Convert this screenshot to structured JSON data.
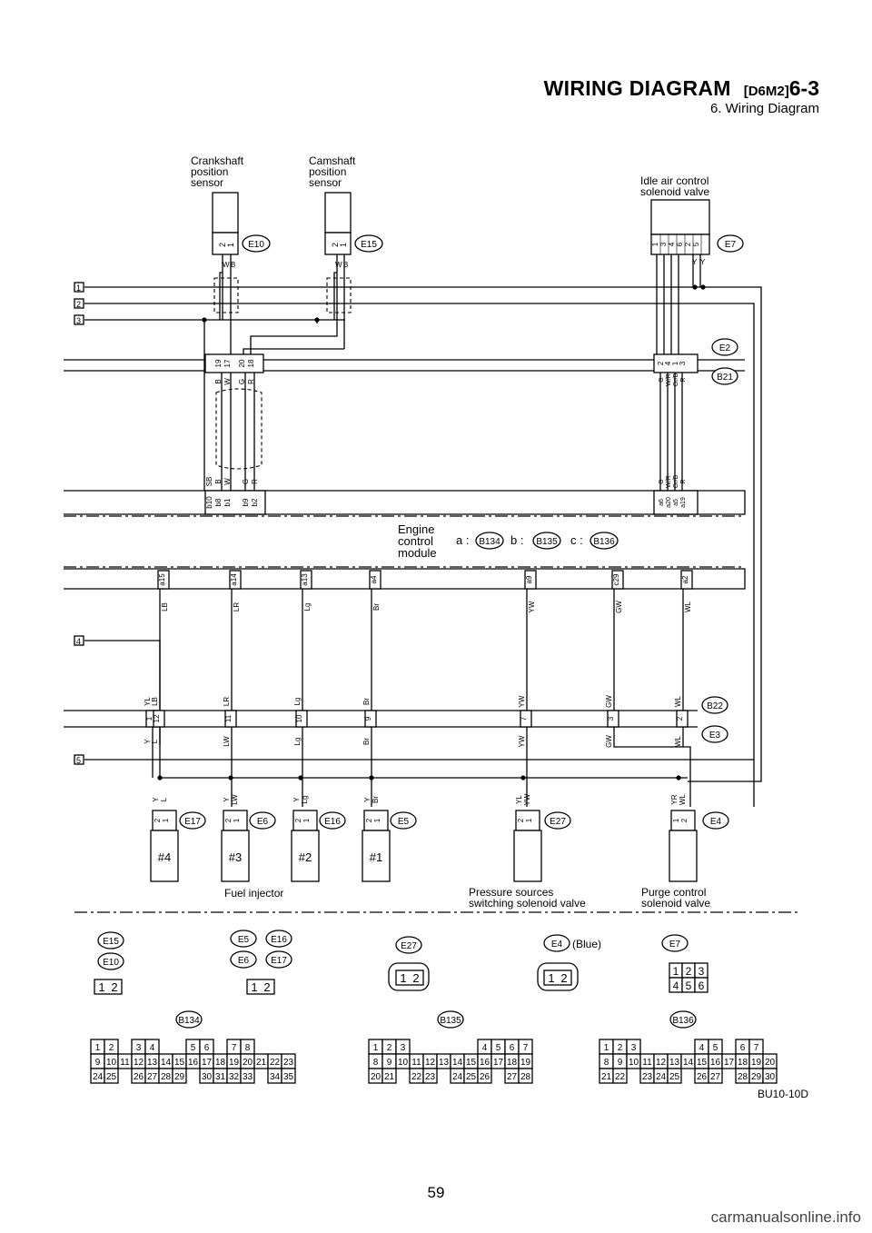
{
  "header": {
    "title": "WIRING DIAGRAM",
    "code": "[D6M2]",
    "section_number": "6-3",
    "subtitle": "6. Wiring Diagram"
  },
  "page_number": "59",
  "watermark": "carmanualsonline.info",
  "diagram_code": "BU10-10D",
  "components": {
    "crankshaft": [
      "Crankshaft",
      "position",
      "sensor"
    ],
    "camshaft": [
      "Camshaft",
      "position",
      "sensor"
    ],
    "iac": [
      "Idle air control",
      "solenoid valve"
    ],
    "ecm": [
      "Engine",
      "control",
      "module"
    ],
    "fuel_injector": "Fuel injector",
    "pressure": [
      "Pressure sources",
      "switching solenoid valve"
    ],
    "purge": [
      "Purge control",
      "solenoid valve"
    ]
  },
  "ecm_connectors": {
    "a_label": "a :",
    "a": "B134",
    "b_label": "b :",
    "b": "B135",
    "c_label": "c :",
    "c": "B136"
  },
  "connectors": {
    "e10": "E10",
    "e15": "E15",
    "e7": "E7",
    "e2": "E2",
    "b21": "B21",
    "b22": "B22",
    "e3": "E3",
    "e17": "E17",
    "e6": "E6",
    "e16": "E16",
    "e5": "E5",
    "e27": "E27",
    "e4": "E4"
  },
  "left_terminals": [
    "1",
    "2",
    "3",
    "4",
    "5"
  ],
  "injectors": [
    "#4",
    "#3",
    "#2",
    "#1"
  ],
  "sensor_wires": {
    "crank": [
      "W",
      "B"
    ],
    "cam": [
      "W",
      "B"
    ],
    "iac_pins": [
      "1",
      "3",
      "4",
      "6",
      "2",
      "5"
    ],
    "iac_wires": [
      "Y",
      "Y"
    ]
  },
  "junction_e2b21": {
    "left_pins": [
      "19",
      "17",
      "20",
      "18"
    ],
    "left_wires": [
      "B",
      "W",
      "G",
      "R"
    ],
    "right_wires": [
      "G",
      "W/R",
      "Or/B",
      "R"
    ],
    "right_pins": [
      "2",
      "4",
      "1",
      "3"
    ]
  },
  "ecm_top": {
    "left_wires": [
      "SB",
      "B",
      "W",
      "G",
      "R"
    ],
    "left_pins": [
      "b10",
      "b8",
      "b1",
      "b9",
      "b2"
    ],
    "right_wires": [
      "G",
      "W/R",
      "Or/B",
      "R"
    ],
    "right_pins": [
      "a6",
      "a20",
      "a5",
      "a19"
    ]
  },
  "ecm_bottom": {
    "pins": [
      "a15",
      "a14",
      "a13",
      "a4",
      "a9",
      "c29",
      "a2"
    ],
    "wires": [
      "LB",
      "LR",
      "Lg",
      "Br",
      "YW",
      "GW",
      "WL"
    ]
  },
  "junction_b22e3": {
    "upper_wires": [
      "YL",
      "LB",
      "LR",
      "Lg",
      "Br",
      "YW",
      "GW",
      "WL"
    ],
    "pins": [
      "1",
      "12",
      "11",
      "10",
      "9",
      "7",
      "3",
      "2"
    ],
    "lower_wires": [
      "Y",
      "L",
      "LW",
      "Lg",
      "Br",
      "YW",
      "GW",
      "WL"
    ]
  },
  "device_wires": {
    "inj4": [
      "Y",
      "L"
    ],
    "inj3": [
      "Y",
      "LW"
    ],
    "inj2": [
      "Y",
      "Lg"
    ],
    "inj1": [
      "Y",
      "Br"
    ],
    "pressure": [
      "YL",
      "YW"
    ],
    "purge": [
      "YR",
      "WL"
    ]
  },
  "legend": {
    "group1": [
      "E15",
      "E10"
    ],
    "group2a": [
      "E5",
      "E16"
    ],
    "group2b": [
      "E6",
      "E17"
    ],
    "e27": "E27",
    "e4": "E4",
    "e4_note": "(Blue)",
    "e7": "E7",
    "two_pin": [
      "1",
      "2"
    ],
    "e7_rows": [
      [
        "1",
        "2",
        "3"
      ],
      [
        "4",
        "5",
        "6"
      ]
    ],
    "b134": "B134",
    "b135": "B135",
    "b136": "B136",
    "b134_rows": [
      [
        "1",
        "2",
        "",
        "3",
        "4",
        "",
        "",
        "5",
        "6",
        "",
        "7",
        "8"
      ],
      [
        "9",
        "10",
        "11",
        "12",
        "13",
        "14",
        "15",
        "16",
        "17",
        "18",
        "19",
        "20",
        "21",
        "22",
        "23"
      ],
      [
        "24",
        "25",
        "",
        "26",
        "27",
        "28",
        "29",
        "",
        "30",
        "31",
        "32",
        "33",
        "",
        "34",
        "35"
      ]
    ],
    "b135_rows": [
      [
        "1",
        "2",
        "3",
        "",
        "",
        "",
        "",
        "",
        "4",
        "5",
        "6",
        "7"
      ],
      [
        "8",
        "9",
        "10",
        "11",
        "12",
        "13",
        "14",
        "15",
        "16",
        "17",
        "18",
        "19"
      ],
      [
        "20",
        "21",
        "",
        "22",
        "23",
        "",
        "24",
        "25",
        "26",
        "",
        "27",
        "28"
      ]
    ],
    "b136_rows": [
      [
        "1",
        "2",
        "3",
        "",
        "",
        "",
        "",
        "4",
        "5",
        "",
        "6",
        "7"
      ],
      [
        "8",
        "9",
        "10",
        "11",
        "12",
        "13",
        "14",
        "15",
        "16",
        "17",
        "18",
        "19",
        "20"
      ],
      [
        "21",
        "22",
        "",
        "23",
        "24",
        "25",
        "",
        "26",
        "27",
        "",
        "28",
        "29",
        "30"
      ]
    ]
  }
}
